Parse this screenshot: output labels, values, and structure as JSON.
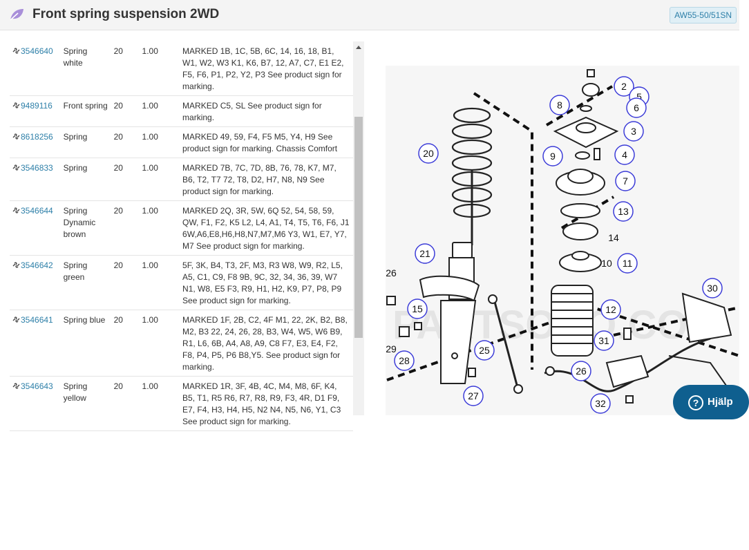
{
  "header": {
    "title": "Front spring suspension 2WD",
    "badge": "AW55-50/51SN"
  },
  "parts": [
    {
      "part_no": "3546640",
      "name": "Spring white",
      "qty": "20",
      "factor": "1.00",
      "note": "MARKED 1B, 1C, 5B, 6C, 14, 16, 18, B1, W1, W2, W3 K1, K6, B7, 12, A7, C7, E1 E2, F5, F6, P1, P2, Y2, P3 See product sign for marking."
    },
    {
      "part_no": "9489116",
      "name": "Front spring",
      "qty": "20",
      "factor": "1.00",
      "note": "MARKED C5, SL See product sign for marking."
    },
    {
      "part_no": "8618256",
      "name": "Spring",
      "qty": "20",
      "factor": "1.00",
      "note": "MARKED 49, 59, F4, F5 M5, Y4, H9 See product sign for marking. Chassis Comfort"
    },
    {
      "part_no": "3546833",
      "name": "Spring",
      "qty": "20",
      "factor": "1.00",
      "note": "MARKED 7B, 7C, 7D, 8B, 76, 78, K7, M7, B6, T2, T7 72, T8, D2, H7, N8, N9 See product sign for marking."
    },
    {
      "part_no": "3546644",
      "name": "Spring Dynamic brown",
      "qty": "20",
      "factor": "1.00",
      "note": "MARKED 2Q, 3R, 5W, 6Q 52, 54, 58, 59, QW, F1, F2, K5 L2, L4, A1, T4, T5, T6, F6, J1 6W,A6,E8,H6,H8,N7,M7,M6 Y3, W1, E7, Y7, M7 See product sign for marking."
    },
    {
      "part_no": "3546642",
      "name": "Spring green",
      "qty": "20",
      "factor": "1.00",
      "note": "5F, 3K, B4, T3, 2F, M3, R3 W8, W9, R2, L5, A5, C1, C9, F8 9B, 9C, 32, 34, 36, 39, W7 N1, W8, E5 F3, R9, H1, H2, K9, P7, P8, P9 See product sign for marking."
    },
    {
      "part_no": "3546641",
      "name": "Spring blue",
      "qty": "20",
      "factor": "1.00",
      "note": "MARKED 1F, 2B, C2, 4F M1, 22, 2K, B2, B8, M2, B3 22, 24, 26, 28, B3, W4, W5, W6 B9, R1, L6, 6B, A4, A8, A9, C8 F7, E3, E4, F2, F8, P4, P5, P6 B8,Y5. See product sign for marking."
    },
    {
      "part_no": "3546643",
      "name": "Spring yellow",
      "qty": "20",
      "factor": "1.00",
      "note": "MARKED 1R, 3F, 4B, 4C, M4, M8, 6F, K4, B5, T1, R5 R6, R7, R8, R9, F3, 4R, D1 F9, E7, F4, H3, H4, H5, N2 N4, N5, N6, Y1, C3 See product sign for marking."
    }
  ],
  "diagram": {
    "watermark": "PARTSOUQ.COM",
    "callouts": [
      "2",
      "5",
      "6",
      "8",
      "3",
      "20",
      "9",
      "4",
      "7",
      "13",
      "14",
      "21",
      "10",
      "11",
      "26",
      "30",
      "15",
      "12",
      "31",
      "29",
      "28",
      "25",
      "26",
      "27",
      "32"
    ]
  },
  "help": {
    "label": "Hjälp",
    "icon": "question-icon"
  },
  "colors": {
    "link": "#2d7fa8",
    "accent_purple": "#9a7fd1",
    "callout_ring": "#3c3cd8",
    "help_bg": "#0f5f8f"
  }
}
